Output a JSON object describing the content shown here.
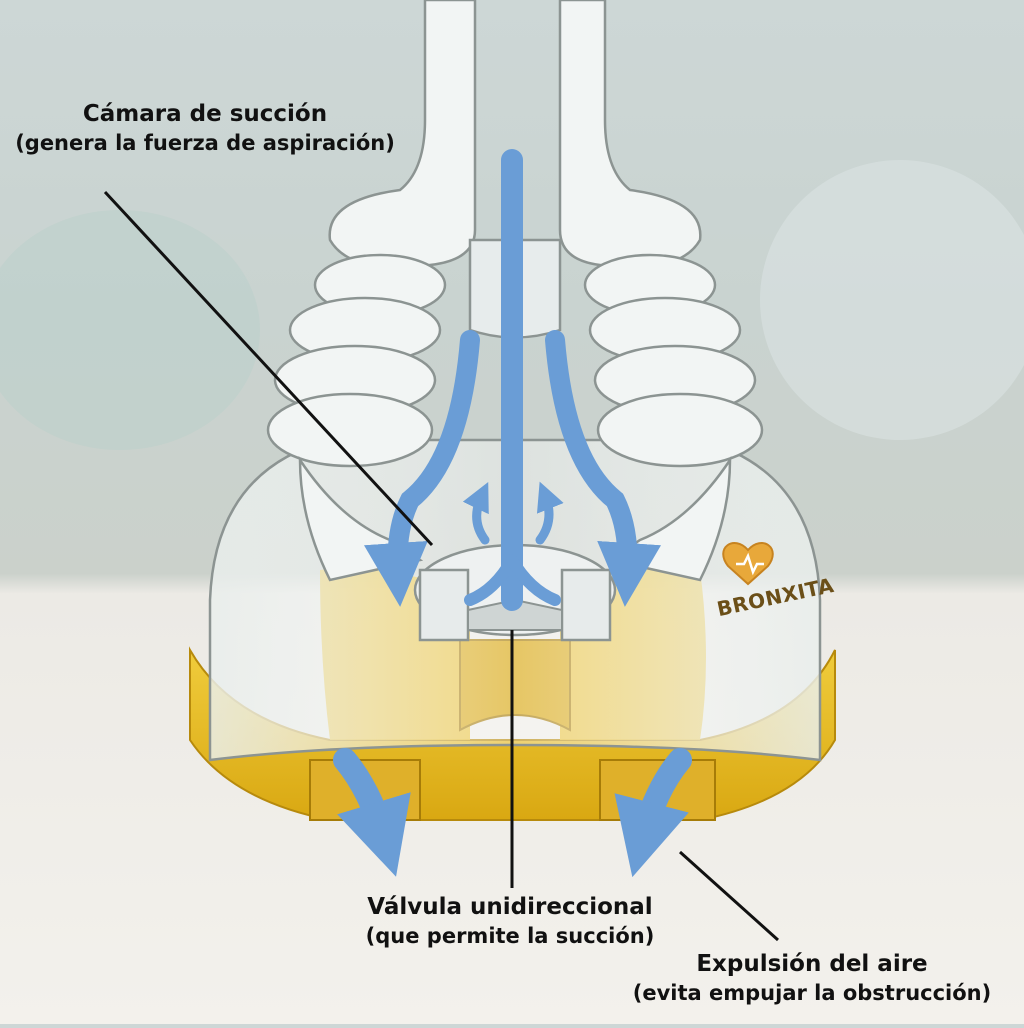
{
  "labels": {
    "suction_chamber": {
      "line1": "Cámara de succión",
      "line2": "(genera la fuerza de aspiración)"
    },
    "one_way_valve": {
      "line1": "Válvula unidireccional",
      "line2": "(que permite la succión)"
    },
    "air_expulsion": {
      "line1": "Expulsión del aire",
      "line2": "(evita empujar la obstrucción)"
    }
  },
  "brand": {
    "name": "BRONXITA",
    "logo_icon": "heart-lungs-icon"
  },
  "colors": {
    "arrow": "#6a9dd6",
    "base_yellow": "#e6b81c",
    "silicone": "#eef2f2",
    "leader_line": "#111111"
  }
}
